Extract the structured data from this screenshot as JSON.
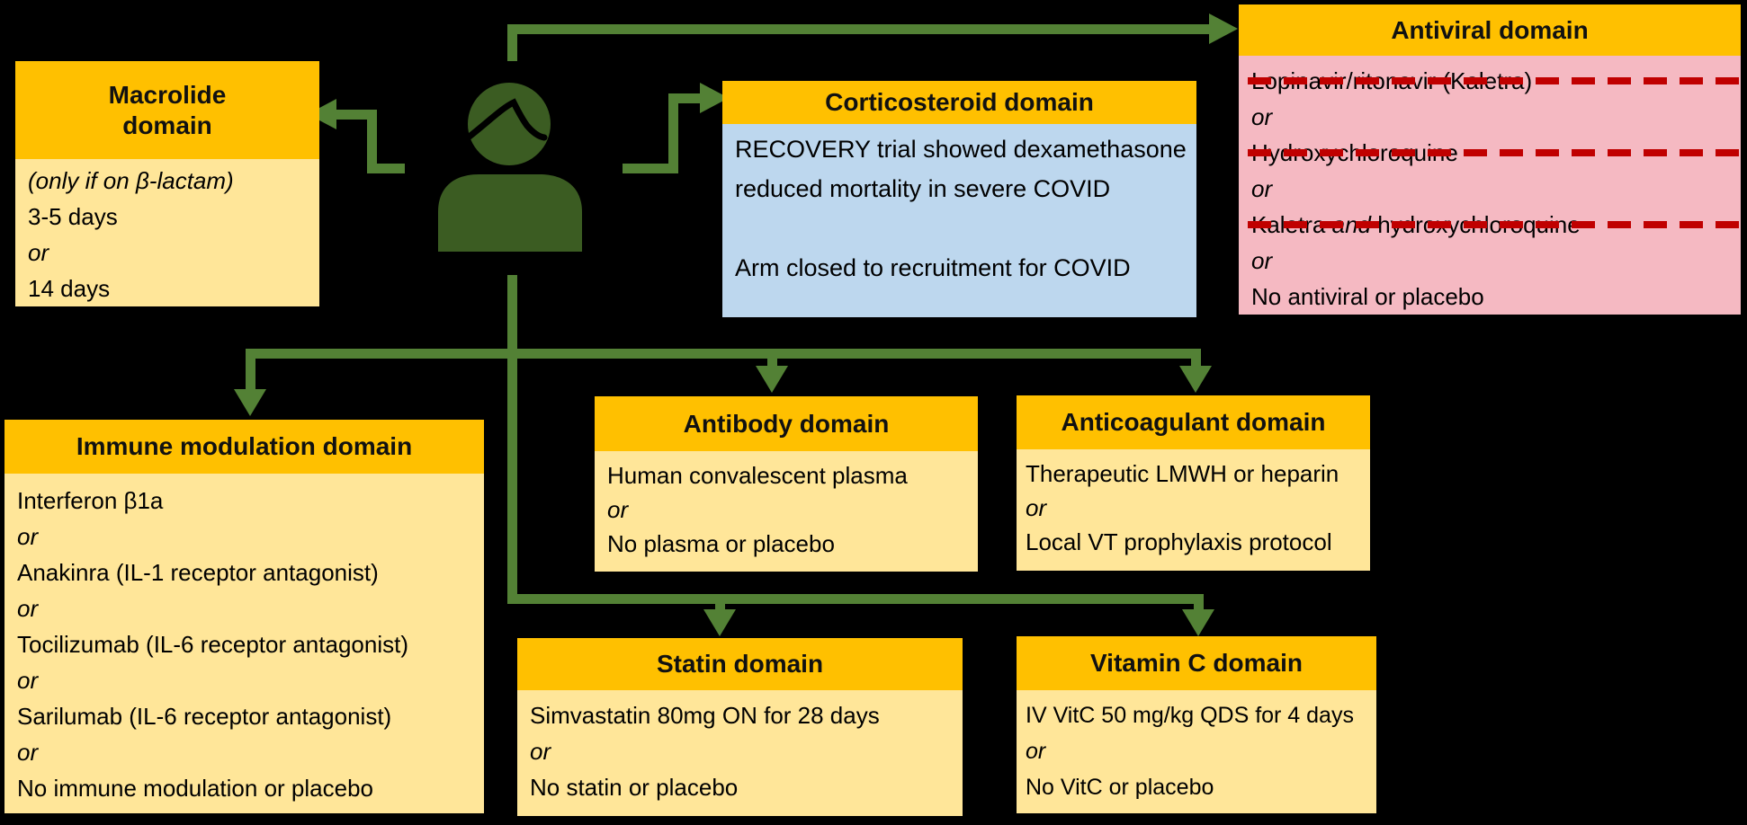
{
  "colors": {
    "background": "#000000",
    "header": "#FFC000",
    "body_yellow": "#FFE699",
    "body_blue": "#BDD7EE",
    "body_pink": "#F5B9C2",
    "arrow_green": "#538135",
    "person_green": "#3B5C22",
    "strike_red": "#C00000",
    "text": "#000000"
  },
  "icons": {
    "person": "patient-silhouette-icon"
  },
  "boxes": {
    "macrolide": {
      "title_line1": "Macrolide",
      "title_line2": "domain",
      "note": "(only if on β-lactam)",
      "line1": "3-5 days",
      "or1": "or",
      "line2": "14 days"
    },
    "antiviral": {
      "title": "Antiviral domain",
      "l1": "Lopinavir/ritonavir (Kaletra)",
      "or1": "or",
      "l2": "Hydroxychloroquine",
      "or2": "or",
      "l3_pre": "Kaletra ",
      "l3_and": "and",
      "l3_post": " hydroxychloroquine",
      "or3": "or",
      "l4": "No antiviral or placebo"
    },
    "corticosteroid": {
      "title": "Corticosteroid domain",
      "l1": "RECOVERY trial showed dexamethasone",
      "l2": "reduced mortality in severe COVID",
      "l3": "",
      "l4": "Arm closed to recruitment for COVID"
    },
    "immune": {
      "title": "Immune modulation domain",
      "lines": [
        "Interferon β1a",
        "or",
        "Anakinra (IL-1 receptor antagonist)",
        "or",
        "Tocilizumab (IL-6 receptor antagonist)",
        "or",
        "Sarilumab (IL-6 receptor antagonist)",
        "or",
        "No immune modulation or placebo"
      ]
    },
    "antibody": {
      "title": "Antibody domain",
      "lines": [
        "Human convalescent plasma",
        "or",
        "No plasma or placebo"
      ]
    },
    "anticoagulant": {
      "title": "Anticoagulant domain",
      "lines": [
        "Therapeutic LMWH or heparin",
        "or",
        "Local VT prophylaxis protocol"
      ]
    },
    "statin": {
      "title": "Statin domain",
      "lines": [
        "Simvastatin 80mg ON for 28 days",
        "or",
        "No statin or placebo"
      ]
    },
    "vitamin_c": {
      "title": "Vitamin C domain",
      "lines": [
        "IV VitC 50 mg/kg QDS for 4 days",
        "or",
        "No VitC or placebo"
      ]
    }
  }
}
